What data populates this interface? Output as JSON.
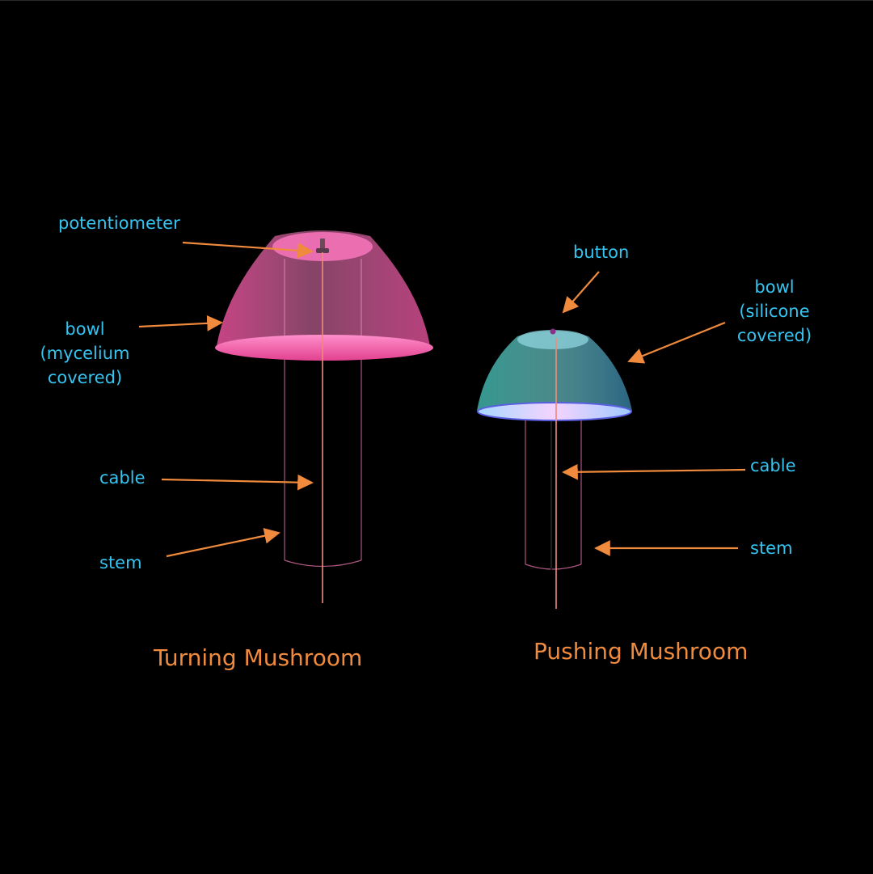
{
  "turning": {
    "caption": "Turning Mushroom",
    "labels": {
      "potentiometer": "potentiometer",
      "bowl_line1": "bowl",
      "bowl_line2": "(mycelium",
      "bowl_line3": "covered)",
      "cable": "cable",
      "stem": "stem"
    }
  },
  "pushing": {
    "caption": "Pushing Mushroom",
    "labels": {
      "button": "button",
      "bowl_line1": "bowl",
      "bowl_line2": "(silicone",
      "bowl_line3": "covered)",
      "cable": "cable",
      "stem": "stem"
    }
  },
  "colors": {
    "background": "#000000",
    "label_text": "#35c4f0",
    "caption_text": "#f08a3c",
    "arrow": "#f08a3c",
    "turning_bowl": "#f25fa8",
    "pushing_bowl": "#4fb3b8"
  }
}
